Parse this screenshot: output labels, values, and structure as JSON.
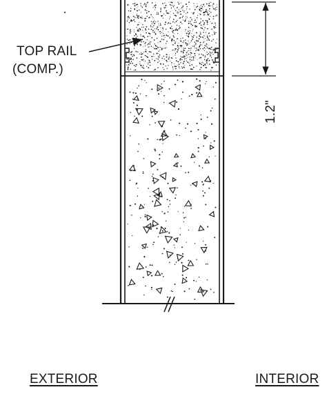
{
  "callout": {
    "line1": "TOP RAIL",
    "line2": "(COMP.)"
  },
  "dimension": {
    "value": "1.2\""
  },
  "sides": {
    "exterior": "EXTERIOR",
    "interior": "INTERIOR"
  },
  "colors": {
    "ink": "#1a1a1a",
    "paper": "#ffffff"
  }
}
